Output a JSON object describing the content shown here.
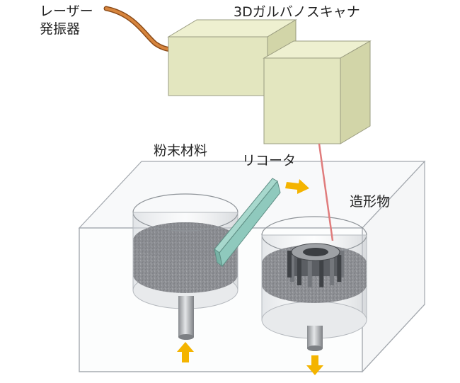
{
  "labels": {
    "laser": [
      "レーザー",
      "発振器"
    ],
    "scanner": "3Dガルバノスキャナ",
    "powder": "粉末材料",
    "recoater": "リコータ",
    "part": "造形物"
  },
  "colors": {
    "scanner_fill": "#e3e6bf",
    "scanner_side": "#d2d5a8",
    "scanner_top": "#eef0d0",
    "cable": "#c8702a",
    "laser_beam": "#e07c7c",
    "recoater": "#8fc9bd",
    "arrow": "#f4b400",
    "powder": "#9a9ca0",
    "housing_edge": "#9aa0a6"
  },
  "icons": {
    "up_arrow": "arrow-up-icon",
    "down_arrow": "arrow-down-icon",
    "right_arrow": "arrow-right-icon"
  }
}
